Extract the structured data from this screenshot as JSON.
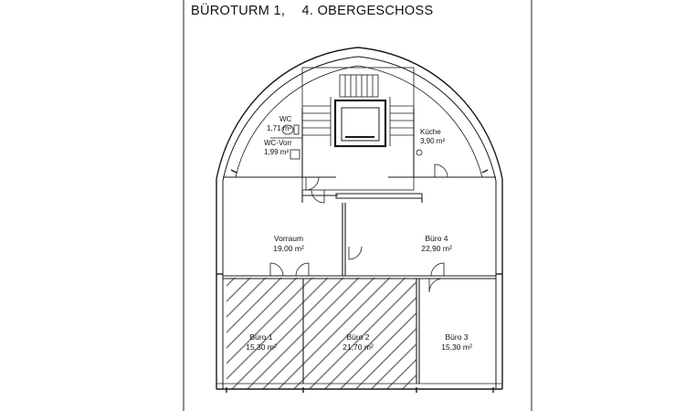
{
  "title": {
    "building": "BÜROTURM 1,",
    "floor": "4. OBERGESCHOSS"
  },
  "rooms": {
    "wc": {
      "name": "WC",
      "area": "1,71 m²"
    },
    "wc_vorr": {
      "name": "WC-Vorr",
      "area": "1,99 m²"
    },
    "kueche": {
      "name": "Küche",
      "area": "3,90 m²"
    },
    "vorraum": {
      "name": "Vorraum",
      "area": "19,00 m²"
    },
    "buero4": {
      "name": "Büro 4",
      "area": "22,90 m²"
    },
    "buero1": {
      "name": "Büro 1",
      "area": "15,30 m²"
    },
    "buero2": {
      "name": "Büro 2",
      "area": "21,70 m²"
    },
    "buero3": {
      "name": "Büro 3",
      "area": "15,30 m²"
    }
  },
  "colors": {
    "line": "#1a1a1a",
    "hatch": "#6e6e6e",
    "background": "#ffffff"
  },
  "icons": [
    "staircase-icon",
    "elevator-icon",
    "door-swing-icon",
    "toilet-icon",
    "sink-icon"
  ]
}
